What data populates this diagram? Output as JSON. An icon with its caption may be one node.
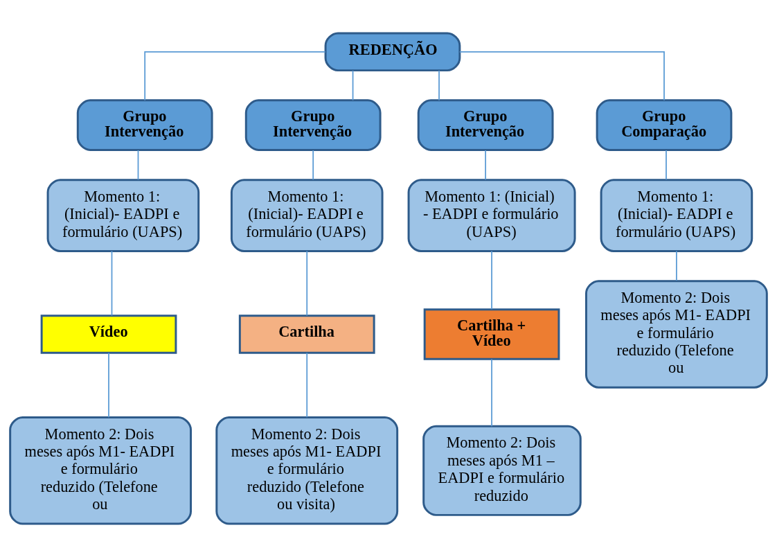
{
  "diagram": {
    "nodes": [
      {
        "text": [
          "REDENÇÃO"
        ]
      },
      {
        "text": [
          "Grupo Intervenção"
        ]
      },
      {
        "text": [
          "Momento 1: (Inicial)- EADPI e formulário (UAPS)"
        ]
      },
      {
        "text": [
          "Vídeo"
        ]
      },
      {
        "text": [
          "Momento 2: Dois meses após M1- EADPI e formulário reduzido (Telefone ou"
        ]
      },
      {
        "text": [
          "Grupo Intervenção"
        ]
      },
      {
        "text": [
          "Momento 1: (Inicial)- EADPI e formulário (UAPS)"
        ]
      },
      {
        "text": [
          "Cartilha"
        ]
      },
      {
        "text": [
          "Momento 2: Dois meses após M1- EADPI e formulário reduzido (Telefone ou visita)"
        ]
      },
      {
        "text": [
          "Grupo Intervenção"
        ]
      },
      {
        "text": [
          "Momento 1: (Inicial) - EADPI e formulário (UAPS)"
        ]
      },
      {
        "text": [
          "Cartilha + Vídeo"
        ]
      },
      {
        "text": [
          "Momento 2: Dois meses após M1 – EADPI e formulário reduzido"
        ]
      },
      {
        "text": [
          "Grupo Comparação"
        ]
      },
      {
        "text": [
          "Momento 1: (Inicial)- EADPI e formulário (UAPS)"
        ]
      },
      {
        "text": [
          "Momento 2: Dois meses após M1- EADPI e formulário reduzido (Telefone ou"
        ]
      }
    ],
    "edges": [
      {
        "from": 0,
        "to": 1,
        "arrow": "none"
      },
      {
        "from": 0,
        "to": 5,
        "arrow": "none"
      },
      {
        "from": 0,
        "to": 9,
        "arrow": "none"
      },
      {
        "from": 0,
        "to": 13,
        "arrow": "none"
      },
      {
        "from": 1,
        "to": 2,
        "arrow": "none"
      },
      {
        "from": 2,
        "to": 3,
        "arrow": "none"
      },
      {
        "from": 3,
        "to": 4,
        "arrow": "none"
      },
      {
        "from": 5,
        "to": 6,
        "arrow": "none"
      },
      {
        "from": 6,
        "to": 7,
        "arrow": "none"
      },
      {
        "from": 7,
        "to": 8,
        "arrow": "none"
      },
      {
        "from": 9,
        "to": 10,
        "arrow": "none"
      },
      {
        "from": 10,
        "to": 11,
        "arrow": "none"
      },
      {
        "from": 11,
        "to": 12,
        "arrow": "none"
      },
      {
        "from": 13,
        "to": 14,
        "arrow": "none"
      },
      {
        "from": 14,
        "to": 15,
        "arrow": "none"
      }
    ]
  }
}
